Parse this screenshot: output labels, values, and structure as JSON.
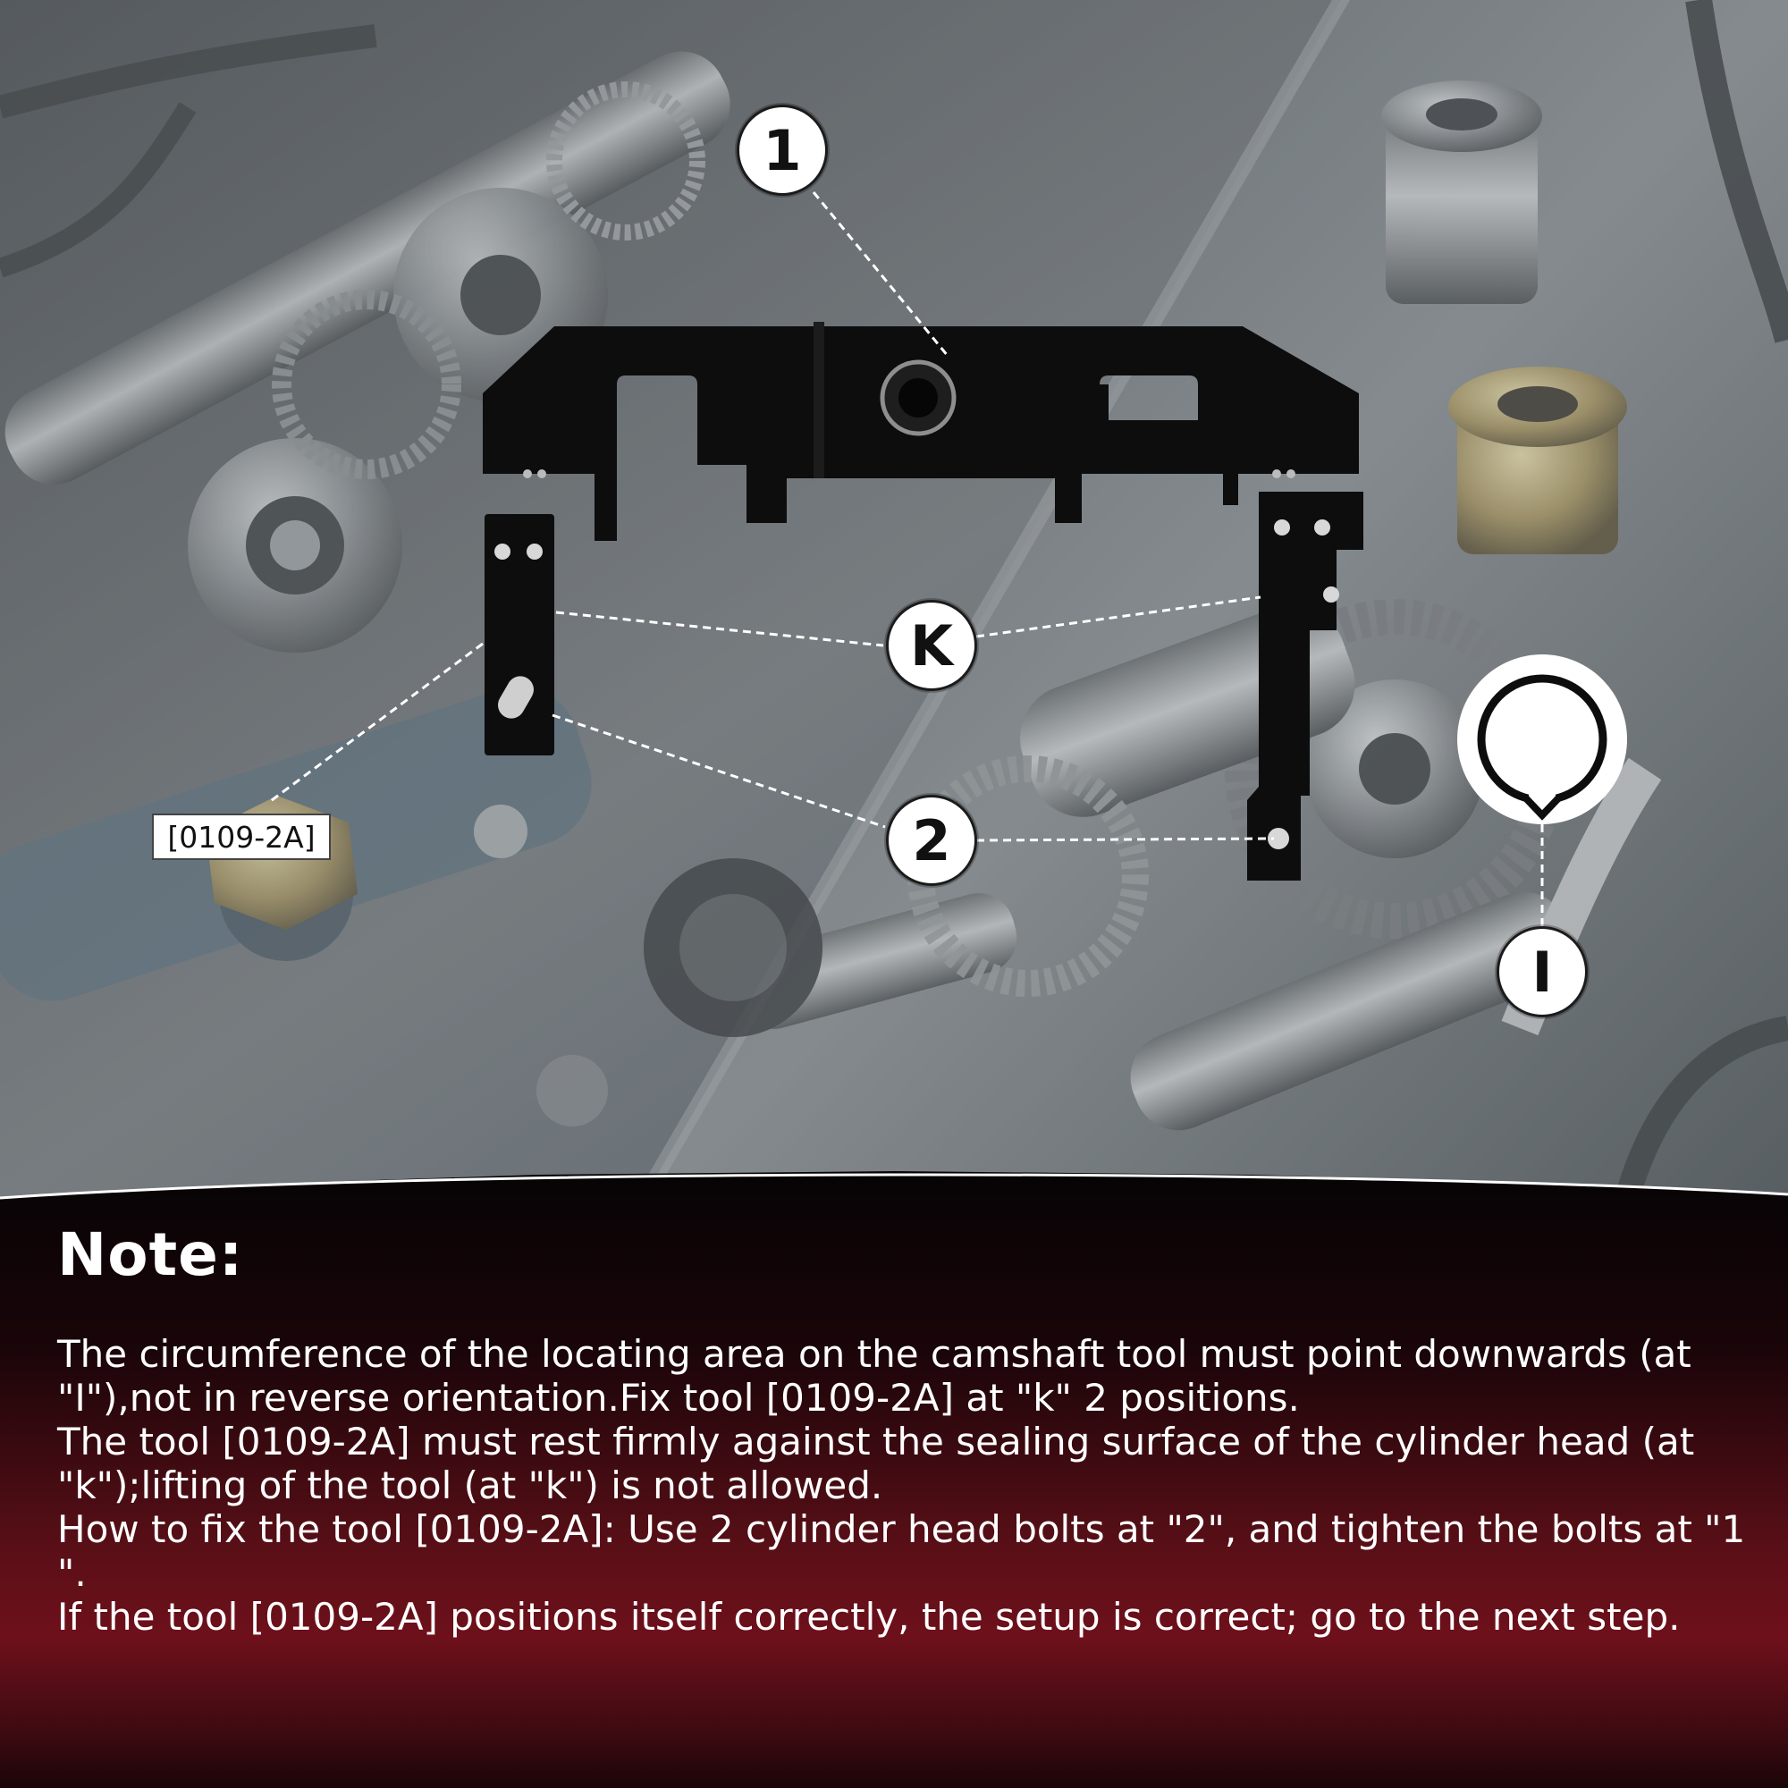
{
  "image": {
    "description_free": true,
    "callouts": {
      "one": "1",
      "k": "K",
      "two": "2",
      "i": "I"
    },
    "part_tag": "[0109-2A]",
    "icons": [
      "camshaft-locking-tool-icon",
      "tool-bracket-left-icon",
      "tool-bracket-right-icon",
      "locating-ring-icon"
    ],
    "colors": {
      "panel_dark": "#050405",
      "panel_red": "#6e101b",
      "text": "#ffffff",
      "tool": "#0c0c0c"
    }
  },
  "note": {
    "title": "Note:",
    "paragraphs": [
      "The circumference of the locating area on the camshaft tool must point downwards (at \"I\"),not in reverse orientation.Fix tool [0109-2A] at \"k\" 2 positions.",
      "The tool [0109-2A] must rest firmly against the sealing surface of the cylinder head (at \"k\");lifting of the tool (at \"k\") is not allowed.",
      "How to fix the tool [0109-2A]: Use 2 cylinder head bolts at \"2\", and tighten the bolts at \"1 \".",
      "If the tool [0109-2A] positions itself correctly, the setup is correct; go to the next step."
    ]
  }
}
